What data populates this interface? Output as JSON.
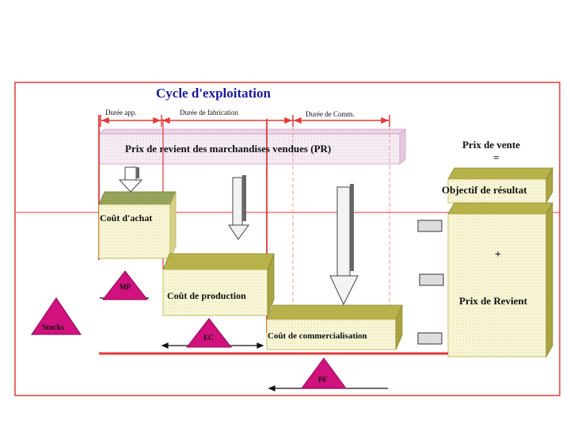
{
  "title": "Cycle d'exploitation",
  "durations": {
    "app": "Durée app.",
    "fabrication": "Durée de fabrication",
    "commercialisation": "Durée de Comm."
  },
  "banner": "Prix de revient des marchandises vendues (PR)",
  "costs": {
    "achat": "Coût d'achat",
    "production": "Coût de production",
    "commercialisation": "Coût de commercialisation"
  },
  "right": {
    "prix_vente": "Prix de vente",
    "equals": "=",
    "objectif": "Objectif de résultat",
    "plus": "+",
    "prix_revient": "Prix de Revient"
  },
  "triangles": {
    "stocks": "Stocks",
    "mp": "MP",
    "ec": "EC",
    "pf": "PF"
  },
  "colors": {
    "frame_red": "#e23a3a",
    "title_blue": "#1a1aa0",
    "box_olive": "#b7b24a",
    "box_light": "#f7f5d2",
    "triangle_magenta": "#d0117e",
    "pink_banner": "#f3dff0"
  }
}
